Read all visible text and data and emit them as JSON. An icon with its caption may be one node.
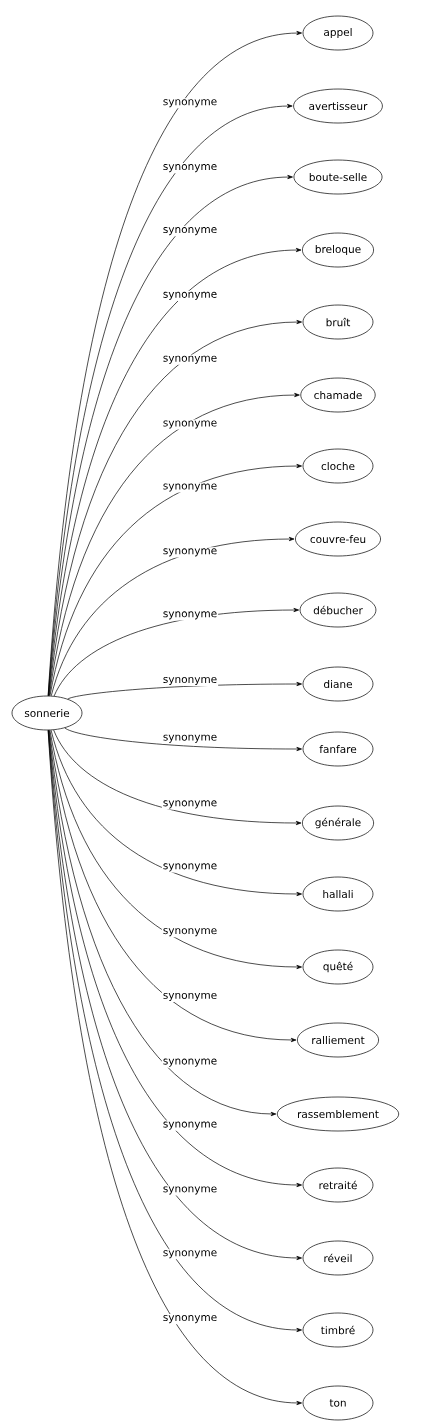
{
  "diagram": {
    "nodes": [
      {
        "text": [
          "sonnerie"
        ]
      },
      {
        "text": [
          "appel"
        ]
      },
      {
        "text": [
          "avertisseur"
        ]
      },
      {
        "text": [
          "boute-selle"
        ]
      },
      {
        "text": [
          "breloque"
        ]
      },
      {
        "text": [
          "bruît"
        ]
      },
      {
        "text": [
          "chamade"
        ]
      },
      {
        "text": [
          "cloche"
        ]
      },
      {
        "text": [
          "couvre-feu"
        ]
      },
      {
        "text": [
          "débucher"
        ]
      },
      {
        "text": [
          "diane"
        ]
      },
      {
        "text": [
          "fanfare"
        ]
      },
      {
        "text": [
          "générale"
        ]
      },
      {
        "text": [
          "hallali"
        ]
      },
      {
        "text": [
          "quêté"
        ]
      },
      {
        "text": [
          "ralliement"
        ]
      },
      {
        "text": [
          "rassemblement"
        ]
      },
      {
        "text": [
          "retraité"
        ]
      },
      {
        "text": [
          "réveil"
        ]
      },
      {
        "text": [
          "timbré"
        ]
      },
      {
        "text": [
          "ton"
        ]
      }
    ],
    "edges": [
      {
        "from": 0,
        "to": 1,
        "arrow": "to",
        "label": "synonyme"
      },
      {
        "from": 0,
        "to": 2,
        "arrow": "to",
        "label": "synonyme"
      },
      {
        "from": 0,
        "to": 3,
        "arrow": "to",
        "label": "synonyme"
      },
      {
        "from": 0,
        "to": 4,
        "arrow": "to",
        "label": "synonyme"
      },
      {
        "from": 0,
        "to": 5,
        "arrow": "to",
        "label": "synonyme"
      },
      {
        "from": 0,
        "to": 6,
        "arrow": "to",
        "label": "synonyme"
      },
      {
        "from": 0,
        "to": 7,
        "arrow": "to",
        "label": "synonyme"
      },
      {
        "from": 0,
        "to": 8,
        "arrow": "to",
        "label": "synonyme"
      },
      {
        "from": 0,
        "to": 9,
        "arrow": "to",
        "label": "synonyme"
      },
      {
        "from": 0,
        "to": 10,
        "arrow": "to",
        "label": "synonyme"
      },
      {
        "from": 0,
        "to": 11,
        "arrow": "to",
        "label": "synonyme"
      },
      {
        "from": 0,
        "to": 12,
        "arrow": "to",
        "label": "synonyme"
      },
      {
        "from": 0,
        "to": 13,
        "arrow": "to",
        "label": "synonyme"
      },
      {
        "from": 0,
        "to": 14,
        "arrow": "to",
        "label": "synonyme"
      },
      {
        "from": 0,
        "to": 15,
        "arrow": "to",
        "label": "synonyme"
      },
      {
        "from": 0,
        "to": 16,
        "arrow": "to",
        "label": "synonyme"
      },
      {
        "from": 0,
        "to": 17,
        "arrow": "to",
        "label": "synonyme"
      },
      {
        "from": 0,
        "to": 18,
        "arrow": "to",
        "label": "synonyme"
      },
      {
        "from": 0,
        "to": 19,
        "arrow": "to",
        "label": "synonyme"
      },
      {
        "from": 0,
        "to": 20,
        "arrow": "to",
        "label": "synonyme"
      }
    ]
  }
}
